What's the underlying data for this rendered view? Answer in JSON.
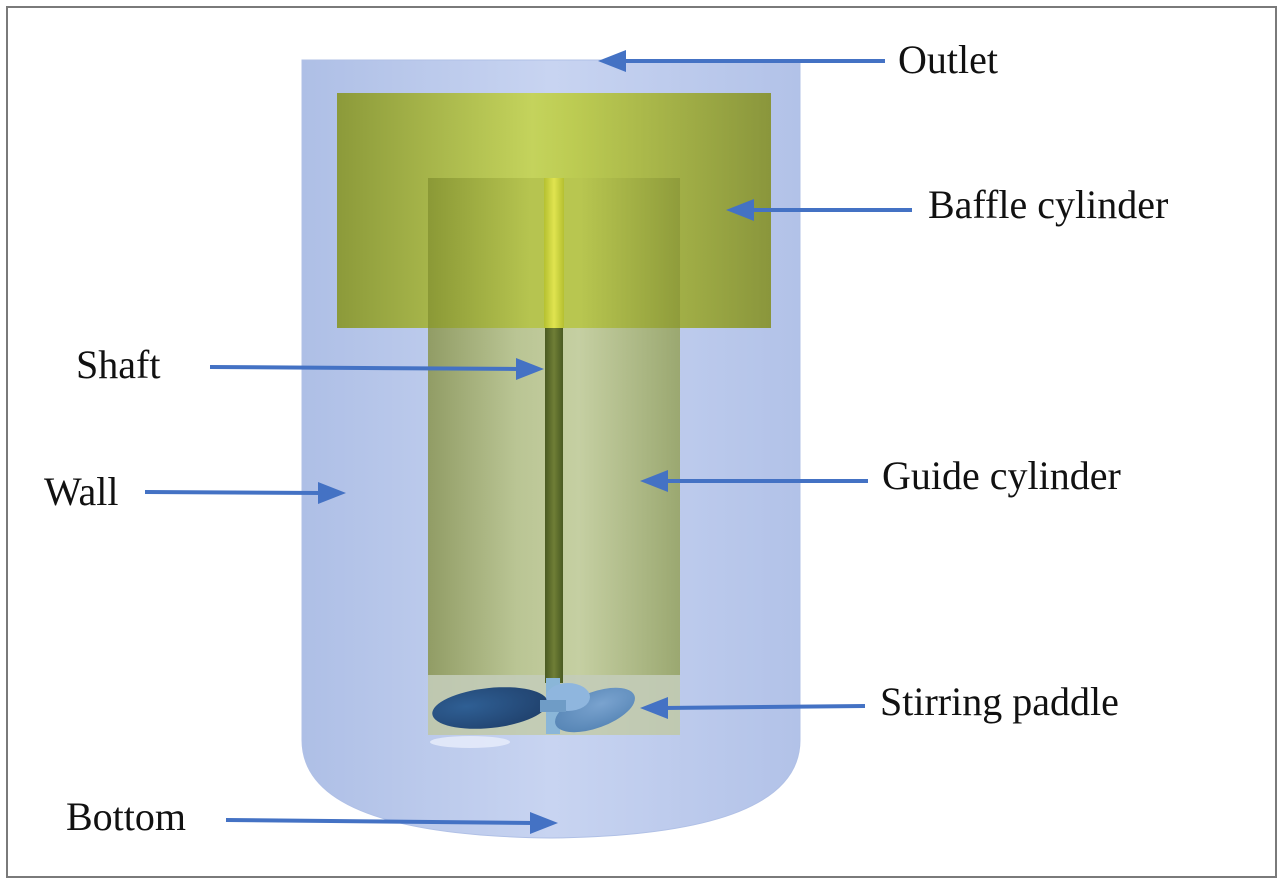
{
  "diagram": {
    "labels": {
      "outlet": "Outlet",
      "baffle_cylinder": "Baffle cylinder",
      "shaft": "Shaft",
      "wall": "Wall",
      "guide_cylinder": "Guide cylinder",
      "stirring_paddle": "Stirring paddle",
      "bottom": "Bottom"
    },
    "colors": {
      "vessel": "#c3d0ee",
      "baffle": "#a9b64a",
      "guide": "#b6c090",
      "shaft": "#5a6a2c",
      "paddle": "#3f6d9c",
      "arrow": "#4472c4",
      "frame": "#7a7a7a"
    }
  }
}
